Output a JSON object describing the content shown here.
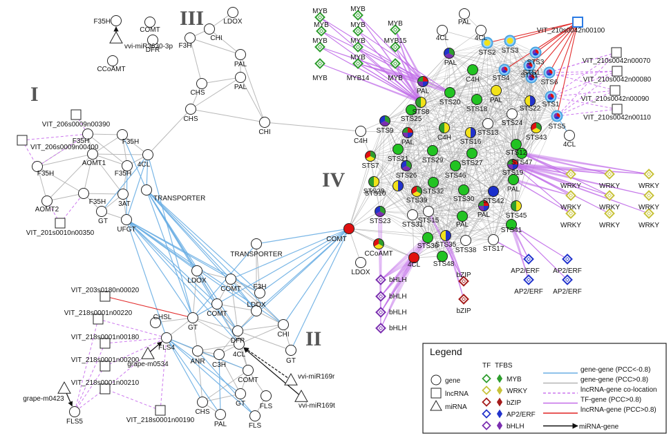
{
  "clusters": [
    {
      "id": "I",
      "label": "I"
    },
    {
      "id": "II",
      "label": "II"
    },
    {
      "id": "III",
      "label": "III"
    },
    {
      "id": "IV",
      "label": "IV"
    }
  ],
  "colors": {
    "neg_gene": "#6aaee3",
    "pos_gene": "#b4b4b4",
    "cooloc": "#cc77ee",
    "tf_gene": "#c26ce8",
    "lnc_gene": "#e02020",
    "mirna_gene": "#111111",
    "myb": "#2e9e2e",
    "wrky": "#c8c23a",
    "bzip": "#a51b1b",
    "ap2": "#2233cc",
    "bhlh": "#7b2fb0",
    "comt_red": "#e01010",
    "sts_outline": "#4aa3e0",
    "sts_yellow": "#f2e21a"
  },
  "nodes": [
    {
      "id": "f35h_top",
      "label": "F35H",
      "type": "gene"
    },
    {
      "id": "comt_top",
      "label": "COMT",
      "type": "gene"
    },
    {
      "id": "dfr_top",
      "label": "DFR",
      "type": "gene"
    },
    {
      "id": "ccoamt_top",
      "label": "CCoAMT",
      "type": "gene"
    },
    {
      "id": "mir3630",
      "label": "vvi-miR3630-3p",
      "type": "mirna"
    },
    {
      "id": "ldox3",
      "label": "LDOX",
      "type": "gene"
    },
    {
      "id": "chi3a",
      "label": "CHI",
      "type": "gene"
    },
    {
      "id": "f3h3",
      "label": "F3H",
      "type": "gene"
    },
    {
      "id": "pal3a",
      "label": "PAL",
      "type": "gene"
    },
    {
      "id": "pal3b",
      "label": "PAL",
      "type": "gene"
    },
    {
      "id": "chs3a",
      "label": "CHS",
      "type": "gene"
    },
    {
      "id": "chs3b",
      "label": "CHS",
      "type": "gene"
    },
    {
      "id": "chi3b",
      "label": "CHI",
      "type": "gene"
    },
    {
      "id": "l390",
      "label": "VIT_206s0009n00390",
      "type": "lnc"
    },
    {
      "id": "l400",
      "label": "VIT_206s0009n00400",
      "type": "lnc"
    },
    {
      "id": "f35h1a",
      "label": "F35H",
      "type": "gene"
    },
    {
      "id": "f35h1b",
      "label": "F35H",
      "type": "gene"
    },
    {
      "id": "f35h1c",
      "label": "F35H",
      "type": "gene"
    },
    {
      "id": "f35h1d",
      "label": "F35H",
      "type": "gene"
    },
    {
      "id": "f35h1e",
      "label": "F35H",
      "type": "gene"
    },
    {
      "id": "aomt1",
      "label": "AOMT1",
      "type": "gene"
    },
    {
      "id": "aomt2",
      "label": "AOMT2",
      "type": "gene"
    },
    {
      "id": "cl4a",
      "label": "4CL",
      "type": "gene"
    },
    {
      "id": "at3",
      "label": "3AT",
      "type": "gene"
    },
    {
      "id": "gt1",
      "label": "GT",
      "type": "gene"
    },
    {
      "id": "ufgt",
      "label": "UFGT",
      "type": "gene"
    },
    {
      "id": "trans1",
      "label": "TRANSPORTER",
      "type": "gene"
    },
    {
      "id": "l350",
      "label": "VIT_201s0010n00350",
      "type": "lnc"
    },
    {
      "id": "trans2",
      "label": "TRANSPORTER",
      "type": "gene"
    },
    {
      "id": "ldox2a",
      "label": "LDOX",
      "type": "gene"
    },
    {
      "id": "comt2a",
      "label": "COMT",
      "type": "gene"
    },
    {
      "id": "f3h2",
      "label": "F3H",
      "type": "gene"
    },
    {
      "id": "comt2b",
      "label": "COMT",
      "type": "gene"
    },
    {
      "id": "ldox2b",
      "label": "LDOX",
      "type": "gene"
    },
    {
      "id": "gt2a",
      "label": "GT",
      "type": "gene"
    },
    {
      "id": "chi2",
      "label": "CHI",
      "type": "gene"
    },
    {
      "id": "dfr2",
      "label": "DFR",
      "type": "gene"
    },
    {
      "id": "chsl",
      "label": "CHSL",
      "type": "gene"
    },
    {
      "id": "fls4",
      "label": "FLS4",
      "type": "gene"
    },
    {
      "id": "anr",
      "label": "ANR",
      "type": "gene"
    },
    {
      "id": "c3h",
      "label": "C3H",
      "type": "gene"
    },
    {
      "id": "cl4b",
      "label": "4CL",
      "type": "gene"
    },
    {
      "id": "gt2b",
      "label": "GT",
      "type": "gene"
    },
    {
      "id": "comt2c",
      "label": "COMT",
      "type": "gene"
    },
    {
      "id": "chs2",
      "label": "CHS",
      "type": "gene"
    },
    {
      "id": "gt2c",
      "label": "GT",
      "type": "gene"
    },
    {
      "id": "fls2a",
      "label": "FLS",
      "type": "gene"
    },
    {
      "id": "pal2",
      "label": "PAL",
      "type": "gene"
    },
    {
      "id": "fls2b",
      "label": "FLS",
      "type": "gene"
    },
    {
      "id": "mir169r",
      "label": "vvi-miR169r",
      "type": "mirna"
    },
    {
      "id": "mir169t",
      "label": "vvi-miR169t",
      "type": "mirna"
    },
    {
      "id": "m0534",
      "label": "grape-m0534",
      "type": "mirna"
    },
    {
      "id": "m0423",
      "label": "grape-m0423",
      "type": "mirna"
    },
    {
      "id": "fls5",
      "label": "FLS5",
      "type": "gene"
    },
    {
      "id": "l020",
      "label": "VIT_203s0180n00020",
      "type": "lnc"
    },
    {
      "id": "l220",
      "label": "VIT_218s0001n00220",
      "type": "lnc"
    },
    {
      "id": "l180",
      "label": "VIT_218s0001n00180",
      "type": "lnc"
    },
    {
      "id": "l200",
      "label": "VIT_218s0001n00200",
      "type": "lnc"
    },
    {
      "id": "l210",
      "label": "VIT_218s0001n00210",
      "type": "lnc"
    },
    {
      "id": "l190",
      "label": "VIT_218s0001n00190",
      "type": "lnc"
    },
    {
      "id": "comt4",
      "label": "COMT",
      "type": "gene"
    },
    {
      "id": "ccoamt4",
      "label": "CCoAMT",
      "type": "gene"
    },
    {
      "id": "ldox4",
      "label": "LDOX",
      "type": "gene"
    },
    {
      "id": "cl4c",
      "label": "4CL",
      "type": "gene"
    },
    {
      "id": "c4h_out",
      "label": "C4H",
      "type": "gene"
    },
    {
      "id": "cl4d",
      "label": "4CL",
      "type": "gene"
    },
    {
      "id": "cl4e",
      "label": "4CL",
      "type": "gene"
    },
    {
      "id": "pal_t",
      "label": "PAL",
      "type": "gene"
    },
    {
      "id": "cl4f",
      "label": "4CL",
      "type": "gene"
    },
    {
      "id": "v100",
      "label": "VIT_210s0042n00100",
      "type": "lnc"
    },
    {
      "id": "v070",
      "label": "VIT_210s0042n00070",
      "type": "lnc"
    },
    {
      "id": "v080",
      "label": "VIT_210s0042n00080",
      "type": "lnc"
    },
    {
      "id": "v090",
      "label": "VIT_210s0042n00090",
      "type": "lnc"
    },
    {
      "id": "v110",
      "label": "VIT_210s0042n00110",
      "type": "lnc"
    },
    {
      "id": "sts2",
      "label": "STS2",
      "type": "gene"
    },
    {
      "id": "sts3a",
      "label": "STS3",
      "type": "gene"
    },
    {
      "id": "sts3b",
      "label": "STS3",
      "type": "gene"
    },
    {
      "id": "sts4",
      "label": "STS4",
      "type": "gene"
    },
    {
      "id": "sts1a",
      "label": "STS1",
      "type": "gene"
    },
    {
      "id": "sts1b",
      "label": "STS1",
      "type": "gene"
    },
    {
      "id": "sts6",
      "label": "STS6",
      "type": "gene"
    },
    {
      "id": "sts1c",
      "label": "STS1",
      "type": "gene"
    },
    {
      "id": "sts5",
      "label": "STS5",
      "type": "gene"
    },
    {
      "id": "pal4a",
      "label": "PAL",
      "type": "gene"
    },
    {
      "id": "c4h4a",
      "label": "C4H",
      "type": "gene"
    },
    {
      "id": "pal4b",
      "label": "PAL",
      "type": "gene"
    },
    {
      "id": "sts20",
      "label": "STS20",
      "type": "gene"
    },
    {
      "id": "sts8",
      "label": "STS8",
      "type": "gene"
    },
    {
      "id": "sts18",
      "label": "STS18",
      "type": "gene"
    },
    {
      "id": "pal4c",
      "label": "PAL",
      "type": "gene"
    },
    {
      "id": "sts22",
      "label": "STS22",
      "type": "gene"
    },
    {
      "id": "sts24",
      "label": "STS24",
      "type": "gene"
    },
    {
      "id": "sts43",
      "label": "STS43",
      "type": "gene"
    },
    {
      "id": "sts9",
      "label": "STS9",
      "type": "gene"
    },
    {
      "id": "sts25",
      "label": "STS25",
      "type": "gene"
    },
    {
      "id": "sts13",
      "label": "STS13",
      "type": "gene"
    },
    {
      "id": "pal4d",
      "label": "PAL",
      "type": "gene"
    },
    {
      "id": "c4h4b",
      "label": "C4H",
      "type": "gene"
    },
    {
      "id": "sts16",
      "label": "STS16",
      "type": "gene"
    },
    {
      "id": "sts12",
      "label": "STS12",
      "type": "gene"
    },
    {
      "id": "sts7",
      "label": "STS7",
      "type": "gene"
    },
    {
      "id": "sts21",
      "label": "STS21",
      "type": "gene"
    },
    {
      "id": "sts29",
      "label": "STS29",
      "type": "gene"
    },
    {
      "id": "sts27",
      "label": "STS27",
      "type": "gene"
    },
    {
      "id": "sts47",
      "label": "STS47",
      "type": "gene"
    },
    {
      "id": "sts26",
      "label": "STS26",
      "type": "gene"
    },
    {
      "id": "sts46",
      "label": "STS46",
      "type": "gene"
    },
    {
      "id": "sts19",
      "label": "STS19",
      "type": "gene"
    },
    {
      "id": "sts28",
      "label": "STS28",
      "type": "gene"
    },
    {
      "id": "sts32",
      "label": "STS32",
      "type": "gene"
    },
    {
      "id": "pal4e",
      "label": "PAL",
      "type": "gene"
    },
    {
      "id": "sts10",
      "label": "STS10",
      "type": "gene"
    },
    {
      "id": "sts39",
      "label": "STS39",
      "type": "gene"
    },
    {
      "id": "sts30",
      "label": "STS30",
      "type": "gene"
    },
    {
      "id": "sts42",
      "label": "STS42",
      "type": "gene"
    },
    {
      "id": "sts15",
      "label": "STS15",
      "type": "gene"
    },
    {
      "id": "sts23",
      "label": "STS23",
      "type": "gene"
    },
    {
      "id": "sts31",
      "label": "STS31",
      "type": "gene"
    },
    {
      "id": "pal4f",
      "label": "PAL",
      "type": "gene"
    },
    {
      "id": "pal4g",
      "label": "PAL",
      "type": "gene"
    },
    {
      "id": "sts45",
      "label": "STS45",
      "type": "gene"
    },
    {
      "id": "sts41",
      "label": "STS41",
      "type": "gene"
    },
    {
      "id": "sts35",
      "label": "STS35",
      "type": "gene"
    },
    {
      "id": "sts36",
      "label": "STS36",
      "type": "gene"
    },
    {
      "id": "sts38",
      "label": "STS38",
      "type": "gene"
    },
    {
      "id": "sts17",
      "label": "STS17",
      "type": "gene"
    },
    {
      "id": "sts48",
      "label": "STS48",
      "type": "gene"
    }
  ],
  "tf_nodes": [
    {
      "label": "MYB",
      "family": "myb"
    },
    {
      "label": "MYB",
      "family": "myb"
    },
    {
      "label": "MYB",
      "family": "myb"
    },
    {
      "label": "MYB",
      "family": "myb"
    },
    {
      "label": "MYB",
      "family": "myb"
    },
    {
      "label": "MYB",
      "family": "myb"
    },
    {
      "label": "MYB",
      "family": "myb"
    },
    {
      "label": "MYB15",
      "family": "myb"
    },
    {
      "label": "MYB",
      "family": "myb"
    },
    {
      "label": "MYB",
      "family": "myb"
    },
    {
      "label": "MYB14",
      "family": "myb"
    },
    {
      "label": "MYB",
      "family": "myb"
    },
    {
      "label": "WRKY",
      "family": "wrky"
    },
    {
      "label": "WRKY",
      "family": "wrky"
    },
    {
      "label": "WRKY",
      "family": "wrky"
    },
    {
      "label": "WRKY",
      "family": "wrky"
    },
    {
      "label": "WRKY",
      "family": "wrky"
    },
    {
      "label": "WRKY",
      "family": "wrky"
    },
    {
      "label": "WRKY",
      "family": "wrky"
    },
    {
      "label": "WRKY",
      "family": "wrky"
    },
    {
      "label": "WRKY",
      "family": "wrky"
    },
    {
      "label": "bZIP",
      "family": "bzip"
    },
    {
      "label": "bZIP",
      "family": "bzip"
    },
    {
      "label": "bHLH",
      "family": "bhlh"
    },
    {
      "label": "bHLH",
      "family": "bhlh"
    },
    {
      "label": "bHLH",
      "family": "bhlh"
    },
    {
      "label": "bHLH",
      "family": "bhlh"
    },
    {
      "label": "AP2/ERF",
      "family": "ap2"
    },
    {
      "label": "AP2/ERF",
      "family": "ap2"
    },
    {
      "label": "AP2/ERF",
      "family": "ap2"
    },
    {
      "label": "AP2/ERF",
      "family": "ap2"
    },
    {
      "label": "AP2/ERF",
      "family": "ap2"
    }
  ],
  "legend": {
    "title": "Legend",
    "shapes": [
      {
        "label": "gene",
        "shape": "circle"
      },
      {
        "label": "lncRNA",
        "shape": "square"
      },
      {
        "label": "miRNA",
        "shape": "triangle"
      }
    ],
    "tf_header": "TF",
    "tfbs_header": "TFBS",
    "families": [
      {
        "label": "MYB",
        "color": "#2e9e2e"
      },
      {
        "label": "WRKY",
        "color": "#c8c23a"
      },
      {
        "label": "bZIP",
        "color": "#a51b1b"
      },
      {
        "label": "AP2/ERF",
        "color": "#2233cc"
      },
      {
        "label": "bHLH",
        "color": "#7b2fb0"
      }
    ],
    "edges": [
      {
        "label": "gene-gene (PCC<-0.8)",
        "color": "#6aaee3",
        "style": "solid"
      },
      {
        "label": "gene-gene (PCC>0.8)",
        "color": "#b4b4b4",
        "style": "solid"
      },
      {
        "label": "lncRNA-gene co-location",
        "color": "#cc77ee",
        "style": "dashed"
      },
      {
        "label": "TF-gene (PCC>0.8)",
        "color": "#c26ce8",
        "style": "solid"
      },
      {
        "label": "lncRNA-gene (PCC>0.8)",
        "color": "#e02020",
        "style": "solid"
      },
      {
        "label": "miRNA-gene",
        "color": "#111111",
        "style": "arrow"
      }
    ]
  }
}
